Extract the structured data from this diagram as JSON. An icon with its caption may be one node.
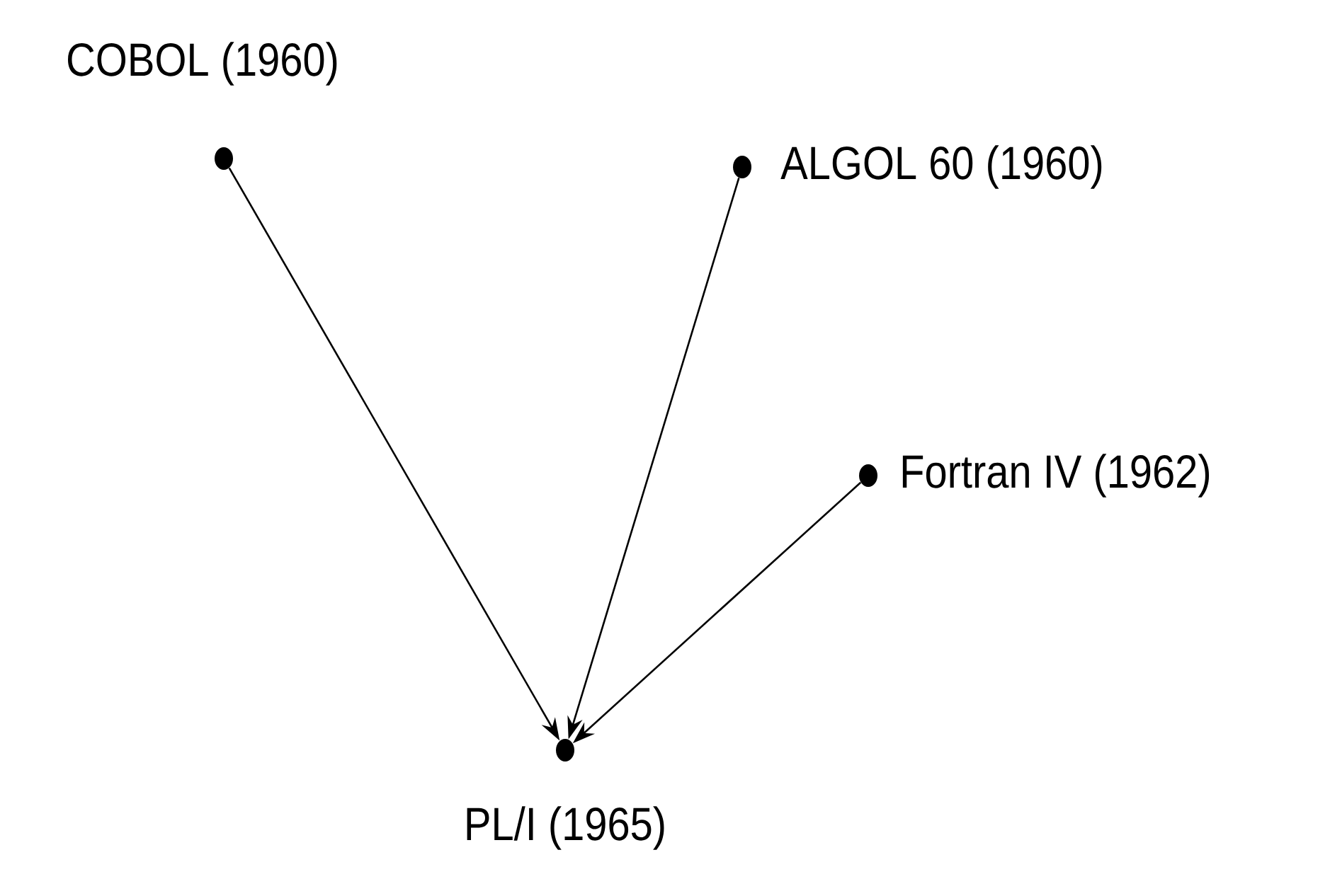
{
  "diagram": {
    "nodes": [
      {
        "text": [],
        "shape": "circle",
        "beside": [
          "COBOL (1960)"
        ]
      },
      {
        "text": [],
        "shape": "circle",
        "beside": [
          "ALGOL 60 (1960)"
        ]
      },
      {
        "text": [],
        "shape": "circle",
        "beside": [
          "Fortran IV (1962)"
        ]
      },
      {
        "text": [],
        "shape": "circle",
        "beside": [
          "PL/I (1965)"
        ]
      }
    ],
    "edges": [
      {
        "from": 0,
        "to": 3,
        "arrow": "to"
      },
      {
        "from": 1,
        "to": 3,
        "arrow": "to"
      },
      {
        "from": 2,
        "to": 3,
        "arrow": "to"
      }
    ]
  }
}
